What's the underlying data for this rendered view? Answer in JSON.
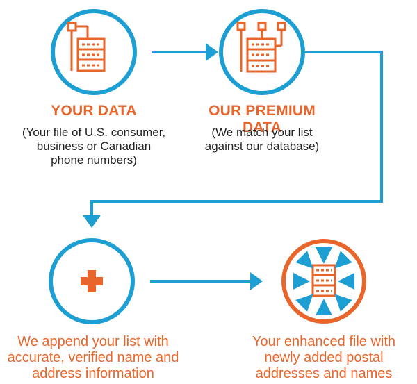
{
  "steps": [
    {
      "title": "YOUR DATA",
      "description": [
        "(Your file of U.S. consumer,",
        "business or Canadian",
        "phone numbers)"
      ]
    },
    {
      "title": "OUR PREMIUM DATA",
      "description": [
        "(We match your list",
        "against our database)"
      ]
    },
    {
      "title": "",
      "description": [
        "We append your list with",
        "accurate, verified name and",
        "address information"
      ]
    },
    {
      "title": "",
      "description": [
        "Your enhanced file with",
        "newly added postal",
        "addresses and names"
      ]
    }
  ],
  "icons": {
    "step1": "data-source-icon",
    "step2": "data-network-icon",
    "step3": "plus-icon",
    "step4": "data-merge-icon"
  },
  "colors": {
    "accent_blue": "#1e9fd3",
    "accent_orange": "#e8662b",
    "text_dark": "#222222"
  }
}
